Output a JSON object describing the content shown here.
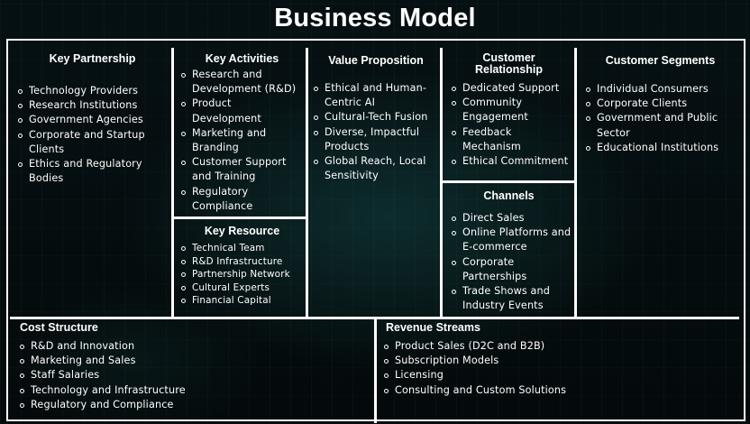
{
  "title": "Business Model",
  "key_partnership": {
    "heading": "Key Partnership",
    "items": [
      "Technology Providers",
      "Research Institutions",
      "Government Agencies",
      "Corporate and Startup Clients",
      "Ethics and Regulatory Bodies"
    ]
  },
  "key_activities": {
    "heading": "Key Activities",
    "items": [
      "Research and Development (R&D)",
      "Product Development",
      "Marketing and Branding",
      "Customer Support and Training",
      "Regulatory Compliance"
    ]
  },
  "key_resource": {
    "heading": "Key Resource",
    "items": [
      "Technical Team",
      "R&D Infrastructure",
      "Partnership Network",
      "Cultural Experts",
      "Financial Capital"
    ]
  },
  "value_proposition": {
    "heading": "Value Proposition",
    "items": [
      "Ethical and Human-Centric AI",
      "Cultural-Tech Fusion",
      "Diverse, Impactful Products",
      "Global Reach, Local Sensitivity"
    ]
  },
  "customer_relationship": {
    "heading_line1": "Customer",
    "heading_line2": "Relationship",
    "items": [
      "Dedicated Support",
      "Community Engagement",
      "Feedback Mechanism",
      "Ethical Commitment"
    ]
  },
  "channels": {
    "heading": "Channels",
    "items": [
      "Direct Sales",
      "Online Platforms and E-commerce",
      "Corporate Partnerships",
      "Trade Shows and Industry Events"
    ]
  },
  "customer_segments": {
    "heading": "Customer Segments",
    "items": [
      "Individual Consumers",
      "Corporate Clients",
      "Government and Public Sector",
      "Educational Institutions"
    ]
  },
  "cost_structure": {
    "heading": "Cost Structure",
    "items": [
      "R&D and Innovation",
      "Marketing and Sales",
      "Staff Salaries",
      "Technology and Infrastructure",
      "Regulatory and Compliance"
    ]
  },
  "revenue_streams": {
    "heading": "Revenue Streams",
    "items": [
      "Product Sales (D2C and B2B)",
      "Subscription Models",
      "Licensing",
      "Consulting and Custom Solutions"
    ]
  }
}
